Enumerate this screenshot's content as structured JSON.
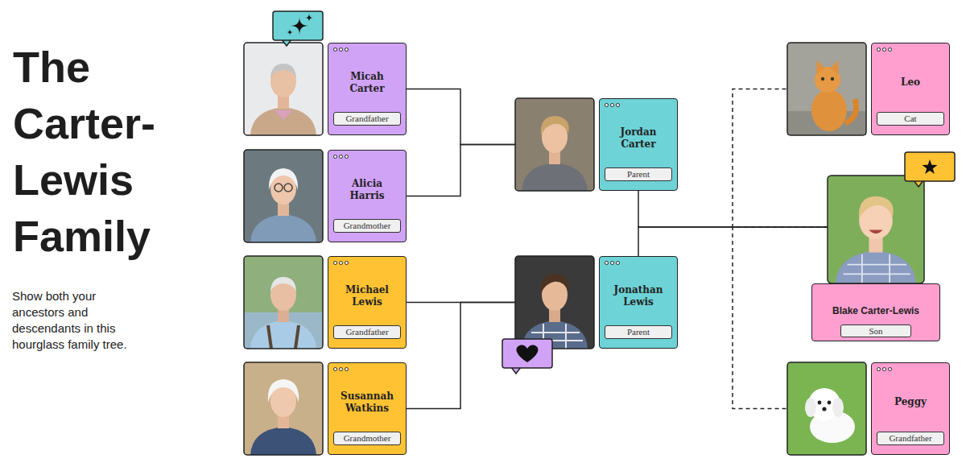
{
  "diagram": {
    "title": "The Carter-Lewis Family",
    "caption": "Show both your ancestors and descendants in this hourglass family tree.",
    "nodes": [
      {
        "text": [
          "Micah Carter"
        ]
      },
      {
        "text": [
          "Grandfather"
        ],
        "in": 0
      },
      {
        "text": [
          "Alicia Harris"
        ]
      },
      {
        "text": [
          "Grandmother"
        ],
        "in": 2
      },
      {
        "text": [
          "Michael Lewis"
        ]
      },
      {
        "text": [
          "Grandfather"
        ],
        "in": 4
      },
      {
        "text": [
          "Susannah Watkins"
        ]
      },
      {
        "text": [
          "Grandmother"
        ],
        "in": 6
      },
      {
        "text": [
          "Jordan Carter"
        ]
      },
      {
        "text": [
          "Parent"
        ],
        "in": 8
      },
      {
        "text": [
          "Jonathan Lewis"
        ]
      },
      {
        "text": [
          "Parent"
        ],
        "in": 10
      },
      {
        "text": [
          "Leo"
        ]
      },
      {
        "text": [
          "Cat"
        ],
        "in": 12
      },
      {
        "text": [
          "Blake Carter-Lewis"
        ]
      },
      {
        "text": [
          "Son"
        ],
        "in": 14
      },
      {
        "text": [
          "Peggy"
        ]
      },
      {
        "text": [
          "Grandfather"
        ],
        "in": 16
      }
    ],
    "edges": [
      {
        "from": 0,
        "to": 8,
        "arrow": "none"
      },
      {
        "from": 2,
        "to": 8,
        "arrow": "none"
      },
      {
        "from": 4,
        "to": 10,
        "arrow": "none"
      },
      {
        "from": 6,
        "to": 10,
        "arrow": "none"
      },
      {
        "from": 8,
        "to": 14,
        "arrow": "none"
      },
      {
        "from": 10,
        "to": 14,
        "arrow": "none"
      },
      {
        "from": 14,
        "to": 12,
        "arrow": "none"
      },
      {
        "from": 14,
        "to": 16,
        "arrow": "none"
      }
    ]
  }
}
